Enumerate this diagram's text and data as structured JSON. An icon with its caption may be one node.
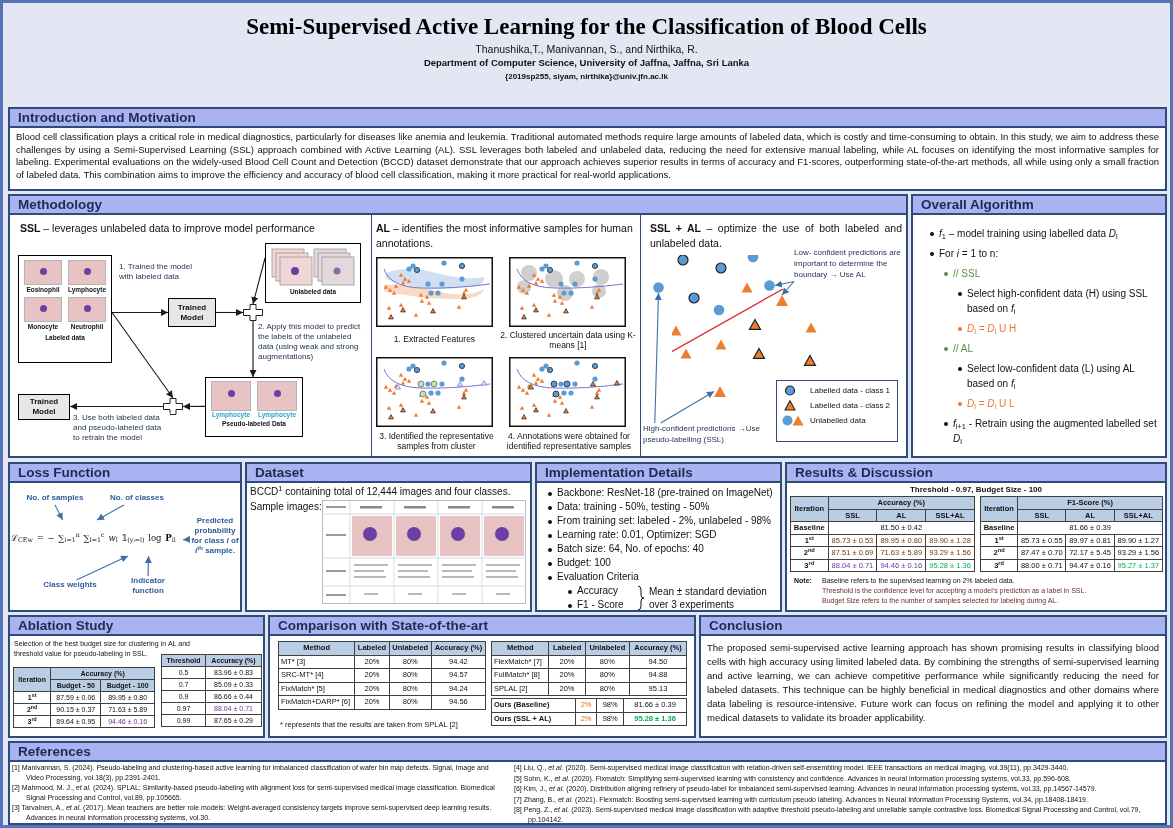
{
  "diagram": {
    "title": "Semi-Supervised Active Learning for the Classification of Blood Cells",
    "nodes": [
      {
        "text": [
          "Introduction and Motivation",
          "Blood cell classification plays a critical role in medical diagnostics, particularly for diseases like anemia and leukemia. Traditional automated methods require large amounts of labeled data, which is costly and time-consuming to obtain. In this study, we aim to address these challenges by using a Semi-Supervised Learning (SSL) approach combined with Active Learning (AL). SSL leverages both labeled and unlabeled data, reducing the need for extensive manual labeling, while AL focuses on identifying the most informative samples for labeling. Experimental evaluations on the widely-used Blood Cell Count and Detection (BCCD) dataset demonstrate that our approach achieves superior results in terms of accuracy and F1-scores, outperforming state-of-the-art methods, all while using only a small fraction of labeled data. This combination aims to improve the efficiency and accuracy of blood cell classification, making it more practical for real-world applications."
        ]
      },
      {
        "text": [
          "Methodology"
        ]
      },
      {
        "text": [
          "Eosinophil",
          "Lymphocyte",
          "Monocyte",
          "Neutrophil",
          "Labeled data"
        ],
        "in": 1
      },
      {
        "text": [
          "Trained Model"
        ],
        "in": 1
      },
      {
        "text": [],
        "shape": "cross",
        "in": 1
      },
      {
        "text": [
          "Unlabeled data"
        ],
        "in": 1
      },
      {
        "text": [
          "Lymphocyte",
          "Lymphocyte",
          "Pseudo-labeled Data"
        ],
        "in": 1
      },
      {
        "text": [],
        "shape": "cross",
        "in": 1
      },
      {
        "text": [
          "Trained Model"
        ],
        "in": 1
      },
      {
        "text": [
          "Low- confident predictions are important to determine the boundary → Use AL"
        ],
        "in": 1
      },
      {
        "text": [
          "High-confident predictions →Use pseudo-labelling (SSL)"
        ],
        "in": 1
      },
      {
        "text": [],
        "shape": "circle",
        "in": 1
      },
      {
        "text": [],
        "shape": "triangle",
        "in": 1
      },
      {
        "text": [],
        "shape": "circle",
        "in": 1
      },
      {
        "text": [],
        "shape": "triangle",
        "in": 1
      },
      {
        "text": [
          "Overall Algorithm"
        ]
      },
      {
        "text": [
          "Loss Function"
        ]
      },
      {
        "text": [
          "ℒ$_{CEw}$ = − ∑$_{i=1}$$^{n}$ ∑$_{l=1}$$^{c}$ *w*$_{l}$ 𝟙$_{(yᵢ=l)}$ log **P**$_{il}$"
        ],
        "in": 16
      },
      {
        "text": [
          "No. of samples"
        ],
        "in": 16
      },
      {
        "text": [
          "No. of classes"
        ],
        "in": 16
      },
      {
        "text": [
          "Predicted probability for class *l* of *i*$^{th}$ sample."
        ],
        "in": 16
      },
      {
        "text": [
          "Class weights"
        ],
        "in": 16
      },
      {
        "text": [
          "Indicator function"
        ],
        "in": 16
      },
      {
        "text": [
          "Dataset"
        ]
      },
      {
        "text": [
          "Implementation Details"
        ]
      },
      {
        "text": [
          "Results & Discussion"
        ]
      },
      {
        "text": [
          "Ablation Study"
        ]
      },
      {
        "text": [
          "Comparison with State-of-the-art"
        ]
      },
      {
        "text": [
          "Conclusion",
          "The proposed semi-supervised active learning approach has shown promising results in classifying blood cells with high accuracy using limited labeled data. By combining the strengths of semi-supervised learning and active learning, we can achieve competitive performance while significantly reducing the need for labeled datasets. This technique can be highly beneficial in medical diagnostics and other domains where data labeling is resource-intensive. Future work can focus on refining the model and applying it to other medical datasets to validate its broader applicability."
        ]
      },
      {
        "text": [
          "References"
        ]
      }
    ],
    "edges": [
      {
        "from": 2,
        "to": 3,
        "arrow": "to",
        "label": "1. Trained the model with labeled data",
        "color": "#1a1a1a"
      },
      {
        "from": 3,
        "to": 4,
        "arrow": "to",
        "color": "#1a1a1a"
      },
      {
        "from": 5,
        "to": 4,
        "arrow": "to",
        "color": "#1a1a1a"
      },
      {
        "from": 4,
        "to": 6,
        "arrow": "to",
        "label": "2. Apply this model to predict the labels of the unlabeled data (using weak and strong augmentations)",
        "color": "#1a1a1a"
      },
      {
        "from": 2,
        "to": 7,
        "arrow": "to",
        "color": "#1a1a1a"
      },
      {
        "from": 6,
        "to": 7,
        "arrow": "to",
        "color": "#1a1a1a"
      },
      {
        "from": 7,
        "to": 8,
        "arrow": "to",
        "label": "3. Use both labeled data and pseudo-labeled data to retrain the model",
        "color": "#1a1a1a"
      },
      {
        "from": 9,
        "to": 13,
        "arrow": "to"
      },
      {
        "from": 9,
        "to": 14,
        "arrow": "to"
      },
      {
        "from": 10,
        "to": 11,
        "arrow": "to"
      },
      {
        "from": 10,
        "to": 12,
        "arrow": "to"
      },
      {
        "from": 18,
        "to": 17,
        "arrow": "to"
      },
      {
        "from": 19,
        "to": 17,
        "arrow": "to"
      },
      {
        "from": 20,
        "to": 17,
        "arrow": "to"
      },
      {
        "from": 21,
        "to": 17,
        "arrow": "to"
      },
      {
        "from": 22,
        "to": 17,
        "arrow": "to"
      }
    ],
    "labels": [
      "Thanushika,T., Manivannan, S., and Nirthika, R.",
      "Department of Computer Science, University of Jaffna, Jaffna, Sri Lanka",
      "{2019sp255, siyam, nirthika}@univ.jfn.ac.lk",
      "**SSL** – leverages unlabeled data to improve model performance",
      "**AL** – identifies the most informative samples for human annotations.",
      "1. Extracted Features",
      "2. Clustered uncertain data using K-means [1]",
      "3. Identified the representative samples from cluster",
      "4. Annotations were obtained for identified representative samples",
      "**SSL + AL** – optimize the use of both labeled and unlabeled data.",
      "*f*$_{1}$ – model training using labelled data *D*$_{l}$",
      "For *i* = 1 to n:",
      "// SSL",
      "Select high-confident data (H) using SSL based on *f*$_{i}$",
      "*D*$_{l}$ = *D*$_{l}$ U H",
      "// AL",
      "Select low-confident data (L) using AL based on *f*$_{i}$",
      "*D*$_{l}$ = *D*$_{l}$ U L",
      "*f*$_{i+1}$ - Retrain using the augmented labelled set *D*$_{l}$",
      "BCCD$^{1}$ containing total of 12,444 images and four classes.",
      "Sample images:",
      "Backbone: ResNet-18 (pre-trained on ImageNet)",
      "Data: training - 50%, testing - 50%",
      "From training set: labeled - 2%, unlabeled - 98%",
      "Learning rate: 0.01, Optimizer: SGD",
      "Batch size: 64, No. of epochs: 40",
      "Budget: 100",
      "Evaluation Criteria",
      "Accuracy",
      "F1 - Score",
      "Mean ± standard deviation over 3 experiments",
      "Threshold - 0.97, Budget Size - 100",
      "Iteration",
      "Accuracy (%)",
      "SSL",
      "AL",
      "SSL+AL",
      "Baseline",
      "81.50 ± 0.42",
      "1$^{st}$",
      "85.73 ± 0.53",
      "89.95 ± 0.80",
      "89.90 ± 1.28",
      "2$^{nd}$",
      "87.51 ± 0.69",
      "71.63 ± 5.89",
      "93.29 ± 1.56",
      "3$^{rd}$",
      "88.04 ± 0.71",
      "94.46 ± 0.16",
      "95.28 ± 1.36",
      "Iteration",
      "F1-Score (%)",
      "SSL",
      "AL",
      "SSL+AL",
      "Baseline",
      "81.66 ± 0.39",
      "1$^{st}$",
      "85.73 ± 0.55",
      "89.97 ± 0.81",
      "89.90 ± 1.27",
      "2$^{nd}$",
      "87.47 ± 0.70",
      "72.17 ± 5.45",
      "93.29 ± 1.56",
      "3$^{rd}$",
      "88.00 ± 0.71",
      "94.47 ± 0.16",
      "95.27 ± 1.37",
      "Note:",
      "Baseline refers to the supervised learning on 2% labeled data.",
      "Threshold is the confidence level for accepting a model's prediction as a label in SSL.",
      "Budget Size refers to the number of samples selected for labeling during AL.",
      "Selection of the best budget size for clustering in AL and threshold value for pseudo-labeling in SSL.",
      "Iteration",
      "Accuracy (%)",
      "Budget - 50",
      "Budget - 100",
      "1$^{st}$",
      "87.59 ± 0.06",
      "89.95 ± 0.80",
      "2$^{nd}$",
      "90.15 ± 0.37",
      "71.63 ± 5.89",
      "3$^{rd}$",
      "89.64 ± 0.95",
      "94.46 ± 0.16",
      "Threshold",
      "Accuracy (%)",
      "0.5",
      "83.96 ± 0.83",
      "0.7",
      "85.09 ± 0.33",
      "0.9",
      "86.66 ± 0.44",
      "0.97",
      "88.04 ± 0.71",
      "0.99",
      "87.65 ± 0.29",
      "Method",
      "Labeled",
      "Unlabeled",
      "Accuracy (%)",
      "MT* [3]",
      "20%",
      "80%",
      "94.42",
      "SRC-MT* [4]",
      "20%",
      "80%",
      "94.57",
      "FixMatch* [5]",
      "20%",
      "80%",
      "94.24",
      "FixMatch+DARP* [6]",
      "20%",
      "80%",
      "94.56",
      "Method",
      "Labeled",
      "Unlabeled",
      "Accuracy (%)",
      "FlexMatch* [7]",
      "20%",
      "80%",
      "94.50",
      "FullMatch* [8]",
      "20%",
      "80%",
      "94.88",
      "SPLAL [2]",
      "20%",
      "80%",
      "95.13",
      "Ours (Baseline)",
      "2%",
      "98%",
      "81.66 ± 0.39",
      "Ours (SSL + AL)",
      "2%",
      "98%",
      "95.28 ± 1.36",
      "* represents that the results are taken from SPLAL [2]",
      "[1] Manivannan, S. (2024). Pseudo-labeling and clustering-based active learning for imbalanced classification of wafer bin map defects. Signal, Image and Video Processing, vol.18(3), pp.2391-2401.",
      "[2] Mahmood, M. J., *et al.* (2024). SPLAL: Similarity-based pseudo-labeling with alignment loss for semi-supervised medical image classification. Biomedical Signal Processing and Control, vol.89, pp.105665.",
      "[3] Tarvainen, A., *et al.* (2017). Mean teachers are better role models: Weight-averaged consistency targets improve semi-supervised deep learning results. Advances in neural information processing systems, vol.30.",
      "[4] Liu, Q., *et al.* (2020). Semi-supervised medical image classification with relation-driven self-ensembling model. IEEE transactions on medical imaging, vol.39(11), pp.3429-3440.",
      "[5] Sohn, K., *et al.* (2020). Fixmatch: Simplifying semi-supervised learning with consistency and confidence. Advances in neural information processing systems, vol.33, pp.596-608.",
      "[6] Kim, J., *et al.* (2020). Distribution aligning refinery of pseudo-label for imbalanced semi-supervised learning. Advances in neural information processing systems, vol.33, pp.14567-14579.",
      "[7] Zhang, B., *et al.* (2021). Flexmatch: Boosting semi-supervised learning with curriculum pseudo labeling. Advances in Neural Information Processing Systems, vol.34, pp.18408-18419.",
      "[8] Peng, Z., *et al.* (2023). Semi-supervised medical image classification with adaptive threshold pseudo-labeling and unreliable sample contrastive loss. Biomedical Signal Processing and Control, vol.79, pp.104142."
    ],
    "legend": [
      {
        "text": "Labelled data - class 1"
      },
      {
        "text": "Labelled data - class 2"
      },
      {
        "text": "Unlabelled data"
      }
    ]
  }
}
